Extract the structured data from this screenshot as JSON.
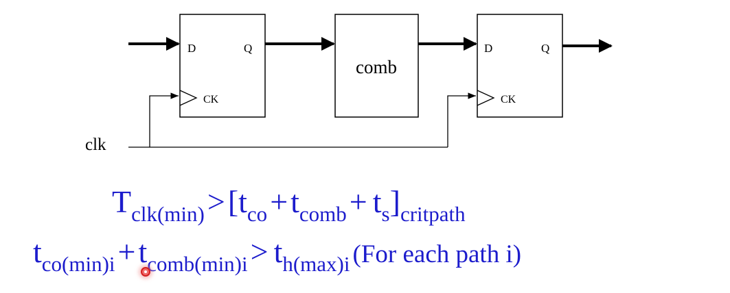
{
  "diagram": {
    "ff1": {
      "d": "D",
      "q": "Q",
      "ck": "CK"
    },
    "comb": "comb",
    "ff2": {
      "d": "D",
      "q": "Q",
      "ck": "CK"
    },
    "clk": "clk"
  },
  "equation1": {
    "T": "T",
    "T_sub": "clk(min)",
    "gt": ">",
    "open": "[",
    "t1": "t",
    "t1_sub": "co",
    "plus1": "+",
    "t2": "t",
    "t2_sub": "comb",
    "plus2": "+",
    "t3": "t",
    "t3_sub": "s",
    "close": "]",
    "close_sub": "critpath"
  },
  "equation2": {
    "t1": "t",
    "t1_sub": "co(min)i",
    "plus": "+",
    "t2": "t",
    "t2_sub": "comb(min)i",
    "gt": ">",
    "t3": "t",
    "t3_sub": "h(max)i",
    "note": "(For each path i)"
  }
}
